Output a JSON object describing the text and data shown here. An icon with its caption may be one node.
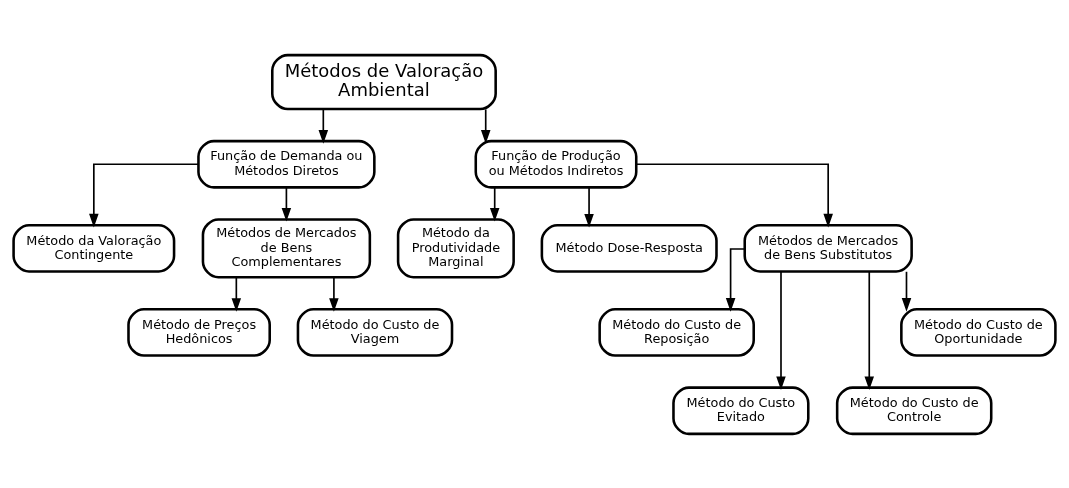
{
  "diagram": {
    "nodes": [
      {
        "text": [
          "Métodos de Valoração Ambiental"
        ]
      },
      {
        "text": [
          "Função de Demanda ou Métodos Diretos"
        ]
      },
      {
        "text": [
          "Função de Produção ou Métodos Indiretos"
        ]
      },
      {
        "text": [
          "Método da Valoração Contingente"
        ]
      },
      {
        "text": [
          "Métodos de Mercados de Bens Complementares"
        ]
      },
      {
        "text": [
          "Método de Preços Hedônicos"
        ]
      },
      {
        "text": [
          "Método do Custo de Viagem"
        ]
      },
      {
        "text": [
          "Método da Produtividade Marginal"
        ]
      },
      {
        "text": [
          "Método Dose-Resposta"
        ]
      },
      {
        "text": [
          "Métodos de Mercados de Bens Substitutos"
        ]
      },
      {
        "text": [
          "Método do Custo de Reposição"
        ]
      },
      {
        "text": [
          "Método do Custo Evitado"
        ]
      },
      {
        "text": [
          "Método do Custo de Controle"
        ]
      },
      {
        "text": [
          "Método do Custo de Oportunidade"
        ]
      }
    ],
    "edges": [
      {
        "from": 0,
        "to": 1,
        "arrow": "to"
      },
      {
        "from": 0,
        "to": 2,
        "arrow": "to"
      },
      {
        "from": 1,
        "to": 3,
        "arrow": "to"
      },
      {
        "from": 1,
        "to": 4,
        "arrow": "to"
      },
      {
        "from": 4,
        "to": 5,
        "arrow": "to"
      },
      {
        "from": 4,
        "to": 6,
        "arrow": "to"
      },
      {
        "from": 2,
        "to": 7,
        "arrow": "to"
      },
      {
        "from": 2,
        "to": 8,
        "arrow": "to"
      },
      {
        "from": 2,
        "to": 9,
        "arrow": "to"
      },
      {
        "from": 9,
        "to": 10,
        "arrow": "to"
      },
      {
        "from": 9,
        "to": 11,
        "arrow": "to"
      },
      {
        "from": 9,
        "to": 12,
        "arrow": "to"
      },
      {
        "from": 9,
        "to": 13,
        "arrow": "to"
      }
    ]
  }
}
